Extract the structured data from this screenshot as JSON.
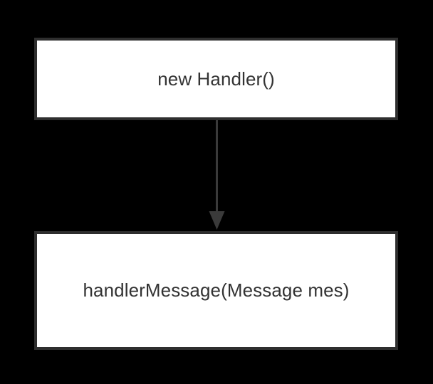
{
  "diagram": {
    "type": "flowchart",
    "orientation": "top-to-bottom",
    "background_color": "#000000",
    "node_fill_color": "#ffffff",
    "node_border_color": "#2e2e2e",
    "node_text_color": "#333333",
    "edge_color": "#3a3a3a",
    "nodes": [
      {
        "id": "new-handler",
        "label": "new Handler()",
        "shape": "rectangle"
      },
      {
        "id": "handler-message",
        "label": "handlerMessage(Message mes)",
        "shape": "rectangle"
      }
    ],
    "edges": [
      {
        "id": "edge-new-handler-to-handler-message",
        "from": "new-handler",
        "to": "handler-message",
        "label": "",
        "arrowhead": "filled-triangle"
      }
    ]
  }
}
